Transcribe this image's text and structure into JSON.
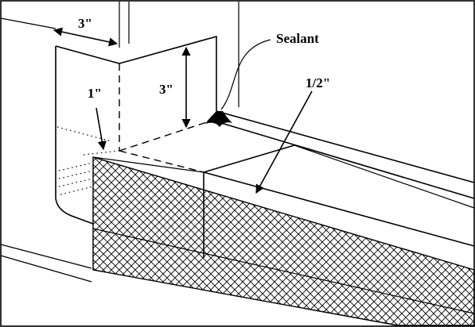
{
  "diagram": {
    "labels": {
      "top_width": "3\"",
      "height": "3\"",
      "overlap": "1\"",
      "sealant": "Sealant",
      "gap": "1/2\""
    },
    "colors": {
      "line": "#000000",
      "background": "#ffffff"
    }
  }
}
